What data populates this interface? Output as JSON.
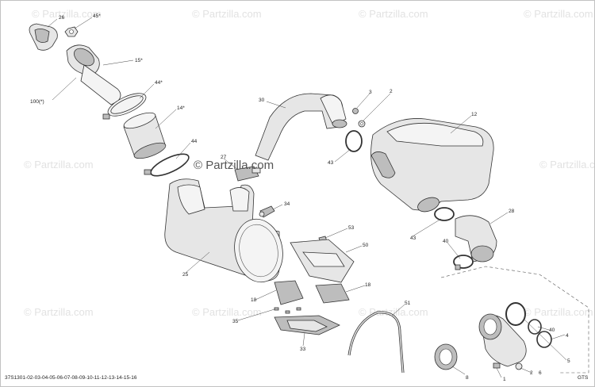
{
  "watermark": {
    "brand": "© Partzilla.com",
    "main": "© Partzilla.com"
  },
  "footer": {
    "catalog_code": "37S1301-02-03-04-05-06-07-08-09-10-11-12-13-14-15-16",
    "model_code": "GTS"
  },
  "callouts": [
    {
      "id": "c26",
      "text": "26"
    },
    {
      "id": "c45s",
      "text": "45*"
    },
    {
      "id": "c15s",
      "text": "15*"
    },
    {
      "id": "c100",
      "text": "100(*)"
    },
    {
      "id": "c44s",
      "text": "44*"
    },
    {
      "id": "c14s",
      "text": "14*"
    },
    {
      "id": "c44",
      "text": "44"
    },
    {
      "id": "c27",
      "text": "27"
    },
    {
      "id": "c30",
      "text": "30"
    },
    {
      "id": "c3",
      "text": "3"
    },
    {
      "id": "c2",
      "text": "2"
    },
    {
      "id": "c12",
      "text": "12"
    },
    {
      "id": "c43a",
      "text": "43"
    },
    {
      "id": "c34",
      "text": "34"
    },
    {
      "id": "c28",
      "text": "28"
    },
    {
      "id": "c43b",
      "text": "43"
    },
    {
      "id": "c53",
      "text": "53"
    },
    {
      "id": "c50",
      "text": "50"
    },
    {
      "id": "c40a",
      "text": "40"
    },
    {
      "id": "c25",
      "text": "25"
    },
    {
      "id": "c18a",
      "text": "18"
    },
    {
      "id": "c18b",
      "text": "18"
    },
    {
      "id": "c35",
      "text": "35"
    },
    {
      "id": "c51",
      "text": "51"
    },
    {
      "id": "c33",
      "text": "33"
    },
    {
      "id": "c40b",
      "text": "40"
    },
    {
      "id": "c4",
      "text": "4"
    },
    {
      "id": "c5",
      "text": "5"
    },
    {
      "id": "c6",
      "text": "6"
    },
    {
      "id": "c2b",
      "text": "2"
    },
    {
      "id": "c1",
      "text": "1"
    },
    {
      "id": "c8",
      "text": "8"
    }
  ]
}
